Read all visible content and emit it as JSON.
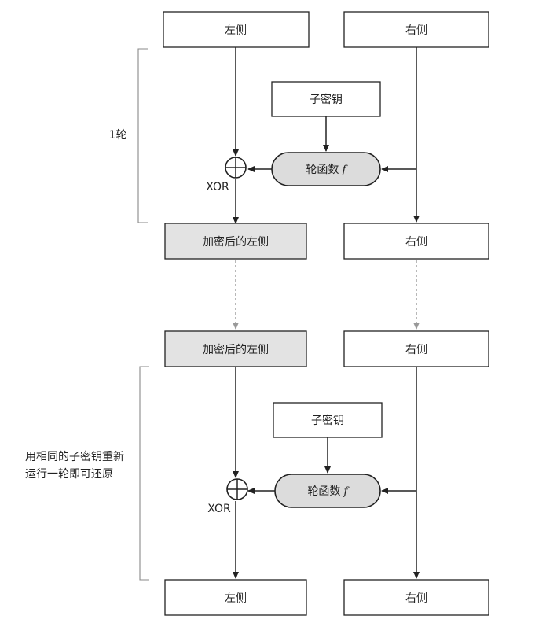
{
  "round1": {
    "left_input": "左侧",
    "right_input": "右侧",
    "subkey": "子密钥",
    "round_function": "轮函数",
    "round_function_var": "f",
    "xor": "XOR",
    "encrypted_left": "加密后的左侧",
    "right_output": "右侧",
    "brace_label": "1轮"
  },
  "round2": {
    "encrypted_left": "加密后的左侧",
    "right_input": "右侧",
    "subkey": "子密钥",
    "round_function": "轮函数",
    "round_function_var": "f",
    "xor": "XOR",
    "left_output": "左侧",
    "right_output": "右侧",
    "brace_label_line1": "用相同的子密钥重新",
    "brace_label_line2": "运行一轮即可还原"
  }
}
